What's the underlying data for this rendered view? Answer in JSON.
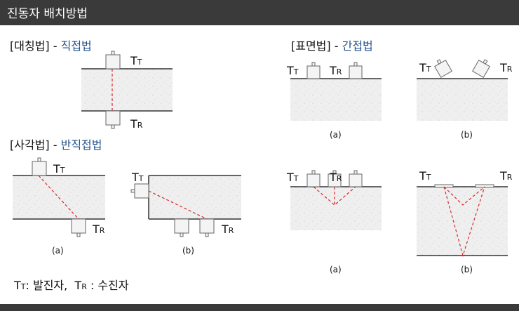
{
  "header": {
    "title": "진동자 배치방법"
  },
  "colors": {
    "header_bg": "#3a3a3a",
    "accent": "#1f4e8c",
    "path": "#d9262c"
  },
  "sections": {
    "symmetric": {
      "label": "[대칭법]",
      "sep": " - ",
      "method": "직접법"
    },
    "diagonal": {
      "label": "[사각법]",
      "sep": " - ",
      "method": "반직접법"
    },
    "surface": {
      "label": "[표면법]",
      "sep": " - ",
      "method": "간접법"
    }
  },
  "transducers": {
    "t": "T",
    "t_sub": "T",
    "r": "T",
    "r_sub": "R"
  },
  "captions": {
    "a": "(a)",
    "b": "(b)"
  },
  "legend": {
    "t": "T",
    "t_sub": "T",
    "t_text": ": 발진자,",
    "r": "T",
    "r_sub": "R",
    "r_text": ": 수진자"
  }
}
